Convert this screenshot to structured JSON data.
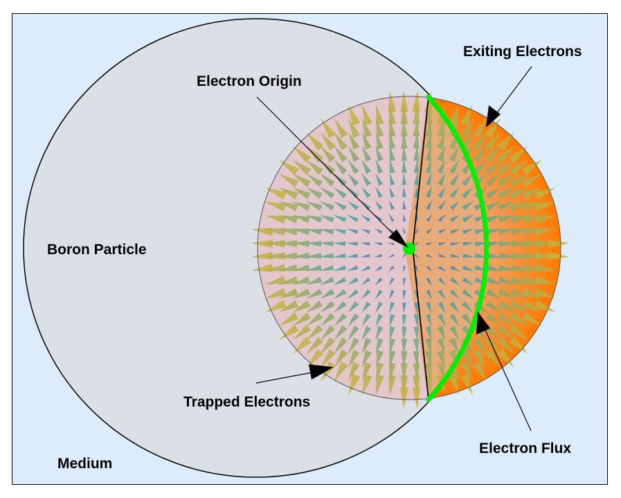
{
  "labels": {
    "medium": "Medium",
    "boron_particle": "Boron Particle",
    "electron_origin": "Electron Origin",
    "exiting_electrons": "Exiting Electrons",
    "trapped_electrons": "Trapped Electrons",
    "electron_flux": "Electron Flux"
  },
  "colors": {
    "medium": "#dcecfb",
    "boron_particle": "#dbdfe6",
    "trapped_region": "#e3c7cc",
    "exiting_region": "#ff7a00",
    "exiting_inner": "#e8a66a",
    "flux_boundary": "#00ee00",
    "origin": "#00ee00",
    "arrow_small": "#3a55c8",
    "arrow_mid": "#4aa0a0",
    "arrow_large": "#c9b23a"
  },
  "icons": {
    "vector_field": "triangle-arrow-icon",
    "pointer": "arrowhead-icon"
  }
}
